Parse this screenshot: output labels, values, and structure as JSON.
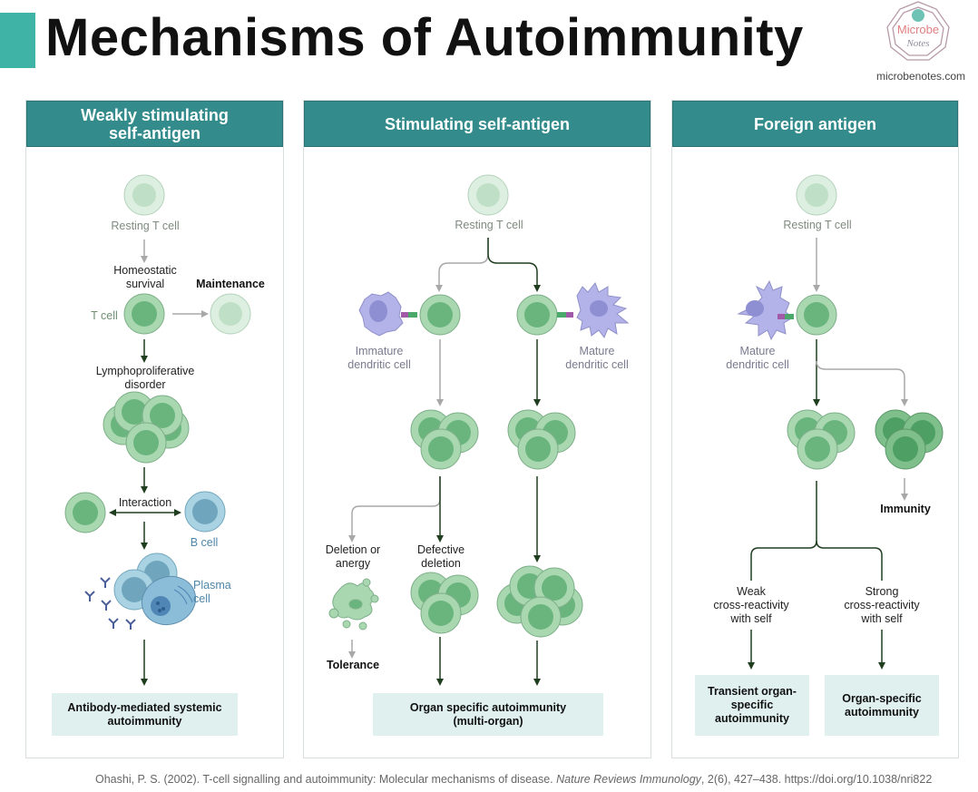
{
  "header": {
    "title": "Mechanisms of Autoimmunity",
    "logo_line1": "Microbe",
    "logo_line2": "Notes",
    "site": "microbenotes.com",
    "accent_color": "#3fb3a6"
  },
  "panels": [
    {
      "heading_line1": "Weakly stimulating",
      "heading_line2": "self-antigen",
      "labels": {
        "resting": "Resting T cell",
        "homeostatic_line1": "Homeostatic",
        "homeostatic_line2": "survival",
        "maintenance": "Maintenance",
        "t_cell": "T cell",
        "lympho_line1": "Lymphoproliferative",
        "lympho_line2": "disorder",
        "interaction": "Interaction",
        "b_cell": "B cell",
        "plasma_line1": "Plasma",
        "plasma_line2": "cell"
      },
      "outcome_line1": "Antibody-mediated systemic",
      "outcome_line2": "autoimmunity"
    },
    {
      "heading_line1": "Stimulating self-antigen",
      "labels": {
        "resting": "Resting T cell",
        "immature_line1": "Immature",
        "immature_line2": "dendritic cell",
        "mature_line1": "Mature",
        "mature_line2": "dendritic cell",
        "deletion_line1": "Deletion or",
        "deletion_line2": "anergy",
        "defective_line1": "Defective",
        "defective_line2": "deletion",
        "tolerance": "Tolerance"
      },
      "outcome_line1": "Organ specific autoimmunity",
      "outcome_line2": "(multi-organ)"
    },
    {
      "heading_line1": "Foreign antigen",
      "labels": {
        "resting": "Resting T cell",
        "mature_line1": "Mature",
        "mature_line2": "dendritic cell",
        "immunity": "Immunity",
        "weak_line1": "Weak",
        "weak_line2": "cross-reactivity",
        "weak_line3": "with self",
        "strong_line1": "Strong",
        "strong_line2": "cross-reactivity",
        "strong_line3": "with self"
      },
      "outcomes": [
        {
          "line1": "Transient organ-",
          "line2": "specific",
          "line3": "autoimmunity"
        },
        {
          "line1": "Organ-specific",
          "line2": "autoimmunity"
        }
      ]
    }
  ],
  "citation": {
    "text": "Ohashi, P. S. (2002). T-cell signalling and autoimmunity: Molecular mechanisms of disease. ",
    "journal": "Nature Reviews Immunology",
    "rest": ", 2(6), 427–438. https://doi.org/10.1038/nri822"
  },
  "colors": {
    "panel_header": "#338b8c",
    "outcome_box": "#dff0ee",
    "t_cell_green": "#9fd1a9",
    "b_cell_blue": "#a9d3e3",
    "dendritic_purple": "#b3b3ea",
    "arrow_dark": "#1f3d1f",
    "arrow_gray": "#a8a8a8"
  }
}
